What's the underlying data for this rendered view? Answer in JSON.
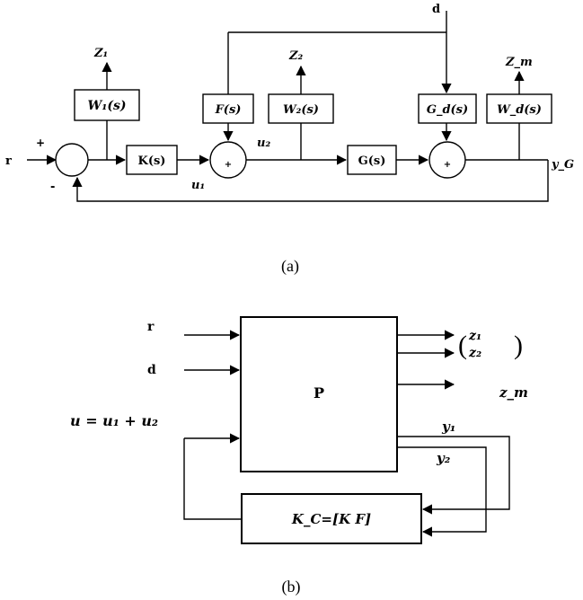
{
  "panel_a": {
    "caption": "(a)",
    "blocks": {
      "w1": "W₁(s)",
      "k": "K(s)",
      "f": "F(s)",
      "w2": "W₂(s)",
      "g": "G(s)",
      "gd": "G_d(s)",
      "wd": "W_d(s)"
    },
    "signals": {
      "r": "r",
      "d": "d",
      "z1": "Z₁",
      "z2": "Z₂",
      "zm": "Z_m",
      "u1": "u₁",
      "u2": "u₂",
      "yg": "y_G"
    },
    "signs": {
      "plus_in": "+",
      "minus_in": "-",
      "sum2": "+",
      "sum3": "+"
    }
  },
  "panel_b": {
    "caption": "(b)",
    "plant_label": "P",
    "controller_label": "K_C=[K  F]",
    "inputs": {
      "r": "r",
      "d": "d",
      "u": "u = u₁ + u₂"
    },
    "outputs": {
      "z_vector_top": "z₁",
      "z_vector_bottom": "z₂",
      "zm": "z_m",
      "y1": "y₁",
      "y2": "y₂"
    }
  }
}
